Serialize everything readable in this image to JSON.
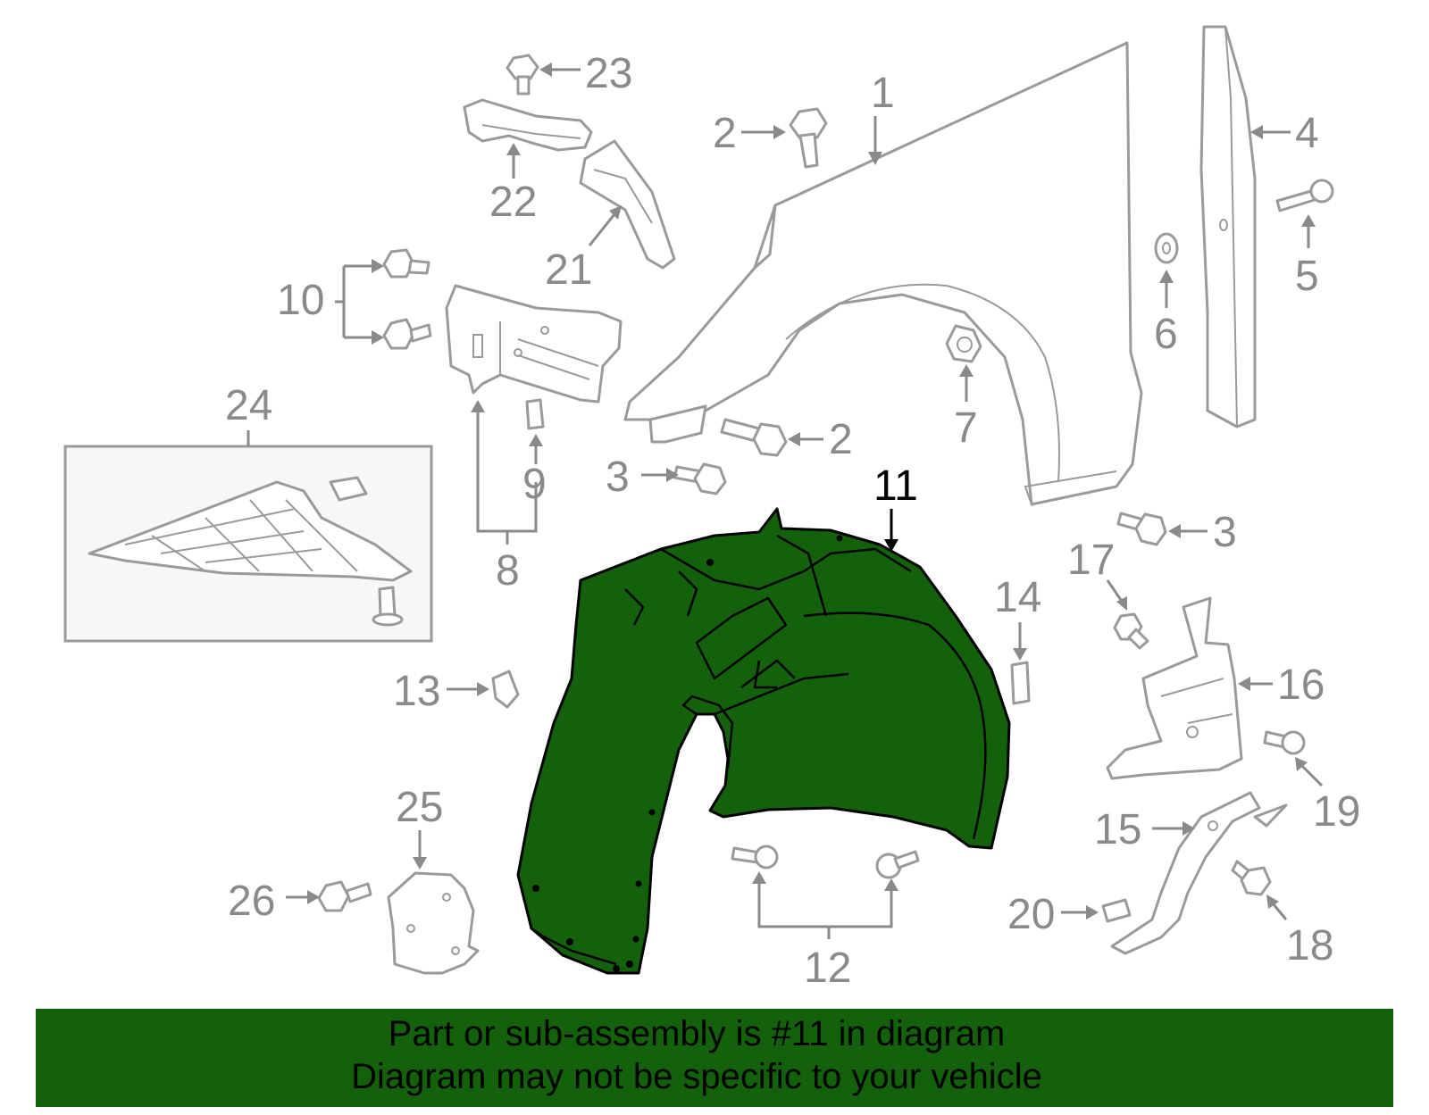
{
  "callouts": {
    "n1": "1",
    "n2a": "2",
    "n2b": "2",
    "n3a": "3",
    "n3b": "3",
    "n4": "4",
    "n5": "5",
    "n6": "6",
    "n7": "7",
    "n8": "8",
    "n9": "9",
    "n10": "10",
    "n11": "11",
    "n12": "12",
    "n13": "13",
    "n14": "14",
    "n15": "15",
    "n16": "16",
    "n17": "17",
    "n18": "18",
    "n19": "19",
    "n20": "20",
    "n21": "21",
    "n22": "22",
    "n23": "23",
    "n24": "24",
    "n25": "25",
    "n26": "26"
  },
  "highlight": {
    "part_number": "11",
    "color": "#13620b"
  },
  "banner": {
    "line1": "Part or sub-assembly is #11 in diagram",
    "line2": "Diagram may not be specific to your vehicle",
    "color": "#13620b"
  }
}
